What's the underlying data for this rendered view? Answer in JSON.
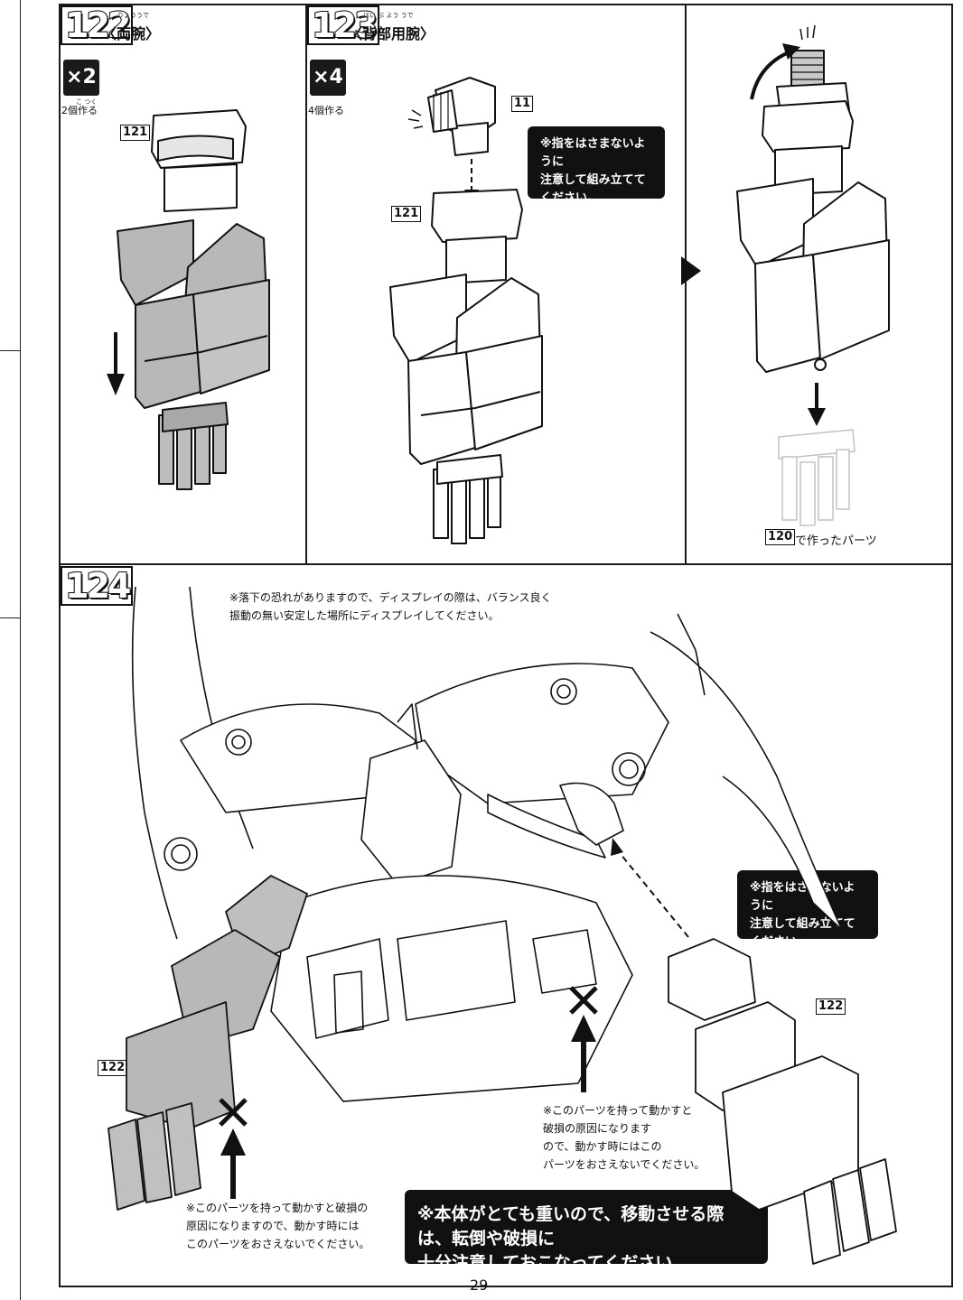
{
  "page_number": "29",
  "steps": {
    "s122": {
      "number": "122",
      "title": "〈両腕〉",
      "title_furigana": "りょううで",
      "multiplier": "×2",
      "make_count": "2個作る",
      "make_furigana": "こ つく",
      "part_label": "121"
    },
    "s123": {
      "number": "123",
      "title": "〈背部用腕〉",
      "title_furigana": "はい ぶ よう うで",
      "multiplier": "×4",
      "make_count": "4個作る",
      "part_label_top": "11",
      "part_label_body": "121",
      "caution": "※指をはさまないように\n注意して組み立てて\nください。",
      "result_label_part": "120",
      "result_label_text": "で作ったパーツ"
    },
    "s124": {
      "number": "124",
      "display_note": "※落下の恐れがありますので、ディスプレイの際は、バランス良く\n振動の無い安定した場所にディスプレイしてください。",
      "caution": "※指をはさまないように\n注意して組み立てて\nください。",
      "part_label_right": "122",
      "part_label_left": "122",
      "note_center": "※このパーツを持って動かすと\n破損の原因になります\nので、動かす時にはこの\nパーツをおさえないでください。",
      "note_left": "※このパーツを持って動かすと破損の\n原因になりますので、動かす時には\nこのパーツをおさえないでください。",
      "warning": "※本体がとても重いので、移動させる際は、転倒や破損に\n十分注意しておこなってください。"
    }
  },
  "colors": {
    "ink": "#111111",
    "shade": "#b8b8b8",
    "light_shade": "#d6d6d6",
    "paper": "#ffffff"
  },
  "icons": [
    "arrow-down-icon",
    "arrow-curved-icon",
    "arrow-right-icon",
    "x-mark-icon",
    "arrow-up-icon"
  ]
}
